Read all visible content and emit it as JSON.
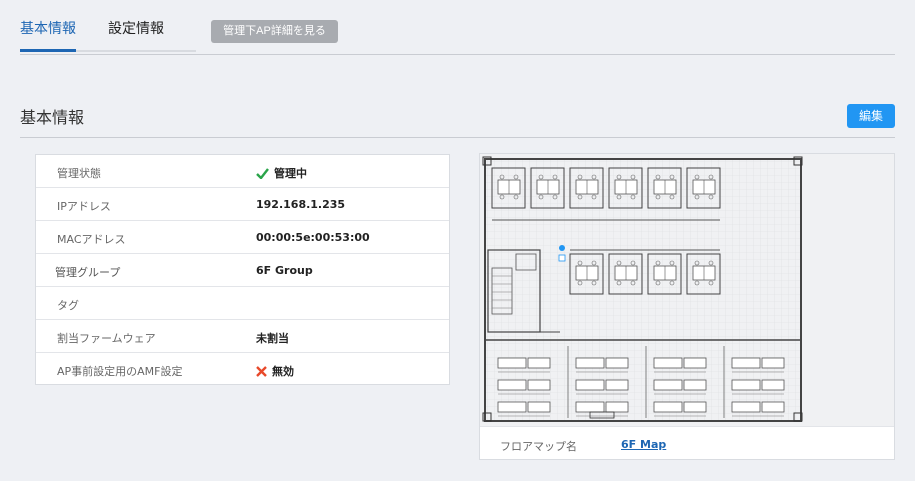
{
  "tabs": [
    {
      "label": "基本情報",
      "active": true
    },
    {
      "label": "設定情報",
      "active": false
    }
  ],
  "ap_detail_button": "管理下AP詳細を見る",
  "section": {
    "title": "基本情報",
    "edit_label": "編集"
  },
  "info": [
    {
      "label": "管理状態",
      "value": "管理中",
      "icon": "check-icon"
    },
    {
      "label": "IPアドレス",
      "value": "192.168.1.235"
    },
    {
      "label": "MACアドレス",
      "value": "00:00:5e:00:53:00"
    },
    {
      "label": "管理グループ",
      "value": "6F Group"
    },
    {
      "label": "タグ",
      "value": ""
    },
    {
      "label": "割当ファームウェア",
      "value": "未割当"
    },
    {
      "label": "AP事前設定用のAMF設定",
      "value": "無効",
      "icon": "cross-icon"
    }
  ],
  "map": {
    "label": "フロアマップ名",
    "link": "6F Map"
  },
  "colors": {
    "accent": "#1d66b3",
    "button_blue": "#2196f3",
    "check_green": "#2aa44a",
    "cross_red": "#e8492a"
  }
}
